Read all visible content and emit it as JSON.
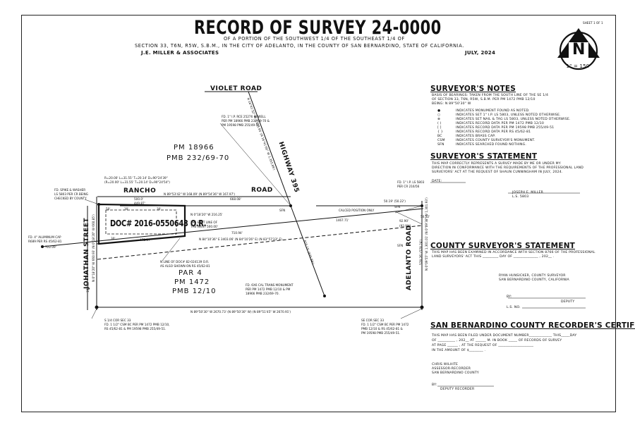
{
  "sheet_label": "SHEET 1 OF 1",
  "title": "RECORD OF SURVEY 24-0000",
  "subtitle1": "OF A PORTION OF THE SOUTHWEST 1/4 OF THE SOUTHEAST 1/4 OF",
  "subtitle2": "SECTION 33, T6N, R5W, S.B.M., IN THE CITY OF ADELANTO, IN THE COUNTY OF SAN BERNARDINO, STATE OF CALIFORNIA.",
  "firm": "J.E. MILLER & ASSOCIATES",
  "date": "JULY, 2024",
  "north_letter": "N",
  "scale": "1\" = 150'",
  "roads": {
    "violet": "VIOLET ROAD",
    "rancho": "RANCHO",
    "road": "ROAD",
    "highway": "HIGHWAY 395",
    "johnathan": "JOHATHAN",
    "street": "STREET",
    "adelanto": "ADELANTO ROAD"
  },
  "parcels": {
    "pm18966_a": "PM 18966",
    "pm18966_b": "PMB 232/69-70",
    "par4_a": "PAR 4",
    "par4_b": "PM 1472",
    "par4_c": "PMB 12/10",
    "doc": "DOC# 2016-0550643 O.R."
  },
  "labels": {
    "fd_ip_top": "FD. 1\" I.P. RCE 25276 IN WELL",
    "fd_ip_top2": "PER PM 18966 PMB 232/69-70 &",
    "fd_ip_top3": "PM 19598 PMB 255/49-51",
    "curve1": "R=20.00' L=31.55' T=20.14' D=90°24'39\"",
    "curve2": "(R=20.00' L=31.55' T=20.14' D=90°24'54\")",
    "spike1": "FD. SPIKE & WASHER",
    "spike2": "LS 5803 PER CR BEING",
    "spike3": "CHECKED BY COUNTY",
    "rancho_bearing": "N 89°53'42\" W 168.09' (N 89°54'36\" W 167.97')",
    "dim_500": "500.0'",
    "dim_449": "449.87'",
    "dim_668": "668.08'",
    "dim_30a": "30'",
    "dim_30b": "30'",
    "dim_30c": "30'",
    "dim_50": "50'",
    "sfn1": "SFN",
    "bearing_mid": "N 0°18'20\" W 216.25'",
    "east_line1": "THE EAST LINE OF",
    "east_line2": "THE WEST 500.00'",
    "dim_710": "710.94'",
    "long_bearing": "N 84°10'36\" E 3403.06' (N 84°10'26\" E) (N 83°57'33\" E)",
    "dim_1467": "1467.71'",
    "calced": "CALCED POSITION ONLY",
    "dim_92": "92.90'",
    "dim_92b": "(92.92')",
    "fd_ip_right1": "FD. 1\" I.P. LS 5803",
    "fd_ip_right2": "PER CR 216/56",
    "dim_5019": "50.19' (50.22')",
    "sfn2": "SFN",
    "sfn3": "SFN",
    "dim_472": "472.17'",
    "nline1": "N LINE OF DOC# 82-024139 O.R.",
    "nline2": "AS ALSO SHOWN ON RS 45/62-81",
    "fd_al1": "FD. 4\" ALUMINUM CAP",
    "fd_al2": "R689 PER RS 45/62-81",
    "dim_722": "722.09'",
    "trans1": "FD. 6X6 CAL TRANS MONUMENT",
    "trans2": "PER PM 1472 PMB 12/10 & PM",
    "trans3": "18966 PMB 232/69-70.",
    "bottom_bearing": "N 89°50'30\" W 2670.73' (N 89°50'30\" W) (N 89°51'45\" W 2670.91')",
    "sw_cor1": "S 1/4 COR SEC 33",
    "sw_cor2": "FD. 1 1/2\" CSM BC PER PM 1472 PMB 12/10,",
    "sw_cor3": "RS 45/62-81 & PM 19598 PMB 255/49-51.",
    "se_cor1": "SE COR SEC 33",
    "se_cor2": "FD. 1 1/2\" CSM BC PER PM 1472",
    "se_cor3": "PMB 12/10 & RS 45/62-81 &",
    "se_cor4": "PM 19598 PMB 255/49-51.",
    "hwy_bearing": "N 16°41'32\" W 1,353.93' (N 16°41'00\" W 1,355.89')",
    "hwy_dim": "825.15' (825.88')",
    "adel_bearing": "N 0°09'55\" W 1,301.01' (N 0°09'38\" W 1,301.93')",
    "adel_dim": "578.26' (578.24')",
    "john_bearing": "N 0°18'20\" W 660.93' (N 0°18'20\" W 660.85')",
    "john_dim": "192.81'",
    "dim_5052": "50.52'"
  },
  "notes": {
    "title": "SURVEYOR'S NOTES",
    "basis1": "BASIS OF BEARINGS: TAKEN FROM THE SOUTH LINE OF THE SE 1/4",
    "basis2": "OF SECTION 33, T6N, R5W, S.B.M. PER PM 1472 PMB 12/10",
    "basis3": "BEING: N 89°50'30\" W",
    "legend": [
      {
        "sym": "●",
        "text": "INDICATES MONUMENT FOUND AS NOTED."
      },
      {
        "sym": "○",
        "text": "INDICATES SET 1\" I.P. LS 5803, UNLESS NOTED OTHERWISE."
      },
      {
        "sym": "⊗",
        "text": "INDICATES SET NAIL & TAG LS 5803, UNLESS NOTED OTHERWISE."
      },
      {
        "sym": "( )",
        "text": "INDICATES RECORD DATA PER PM 1472 PMB 12/10"
      },
      {
        "sym": "[ ]",
        "text": "INDICATES RECORD DATA PER PM 19598 PMB 255/49-51"
      },
      {
        "sym": "{ }",
        "text": "INDICATES RECORD DATA PER RS 45/62-81"
      },
      {
        "sym": "BC",
        "text": "INDICATES BRASS CAP."
      },
      {
        "sym": "CSM",
        "text": "INDICATES COUNTY SURVEYOR'S MONUMENT."
      },
      {
        "sym": "SFN",
        "text": "INDICATES SEARCHED FOUND NOTHING."
      }
    ]
  },
  "surveyor": {
    "title": "SURVEYOR'S STATEMENT",
    "l1": "THIS MAP CORRECTLY REPRESENTS A SURVEY MADE BY ME OR UNDER MY",
    "l2": "DIRECTION IN CONFORMANCE WITH THE REQUIREMENTS OF THE PROFESSIONAL LAND",
    "l3": "SURVEYORS' ACT AT THE REQUEST OF SHAUN CUNNINGHAM IN JULY, 2024.",
    "date_label": "DATE:",
    "name": "JOSEPH E. MILLER",
    "ls": "L.S. 5803"
  },
  "county": {
    "title": "COUNTY SURVEYOR'S STATEMENT",
    "l1": "THIS MAP HAS BEEN EXAMINED IN ACCORDANCE WITH SECTION 8766 OF THE PROFESSIONAL",
    "l2": "LAND SURVEYORS' ACT THIS _________ DAY OF ______________ , 202__ .",
    "name": "RYAN HUNSICKER, COUNTY SURVEYOR",
    "county": "SAN BERNARDINO COUNTY, CALIFORNIA",
    "by": "BY:",
    "deputy": "DEPUTY",
    "ls": "L.S. NO."
  },
  "recorder": {
    "title": "SAN BERNARDINO COUNTY RECORDER'S CERTIFICATE",
    "l1": "THIS MAP HAS BEEN FILED UNDER DOCUMENT NUMBER_____________ THIS_____DAY",
    "l2": "OF __________ , 202__ AT ______ M. IN BOOK _____ OF RECORDS OF SURVEY",
    "l3": "AT PAGE ______ , AT THE REQUEST OF ____________________",
    "l4": "IN THE AMOUNT OF $________ .",
    "name": "CHRIS WILHITE",
    "role": "ASSESSOR-RECORDER",
    "county": "SAN BERNARDINO COUNTY",
    "by": "BY:",
    "deputy": "DEPUTY RECORDER"
  }
}
